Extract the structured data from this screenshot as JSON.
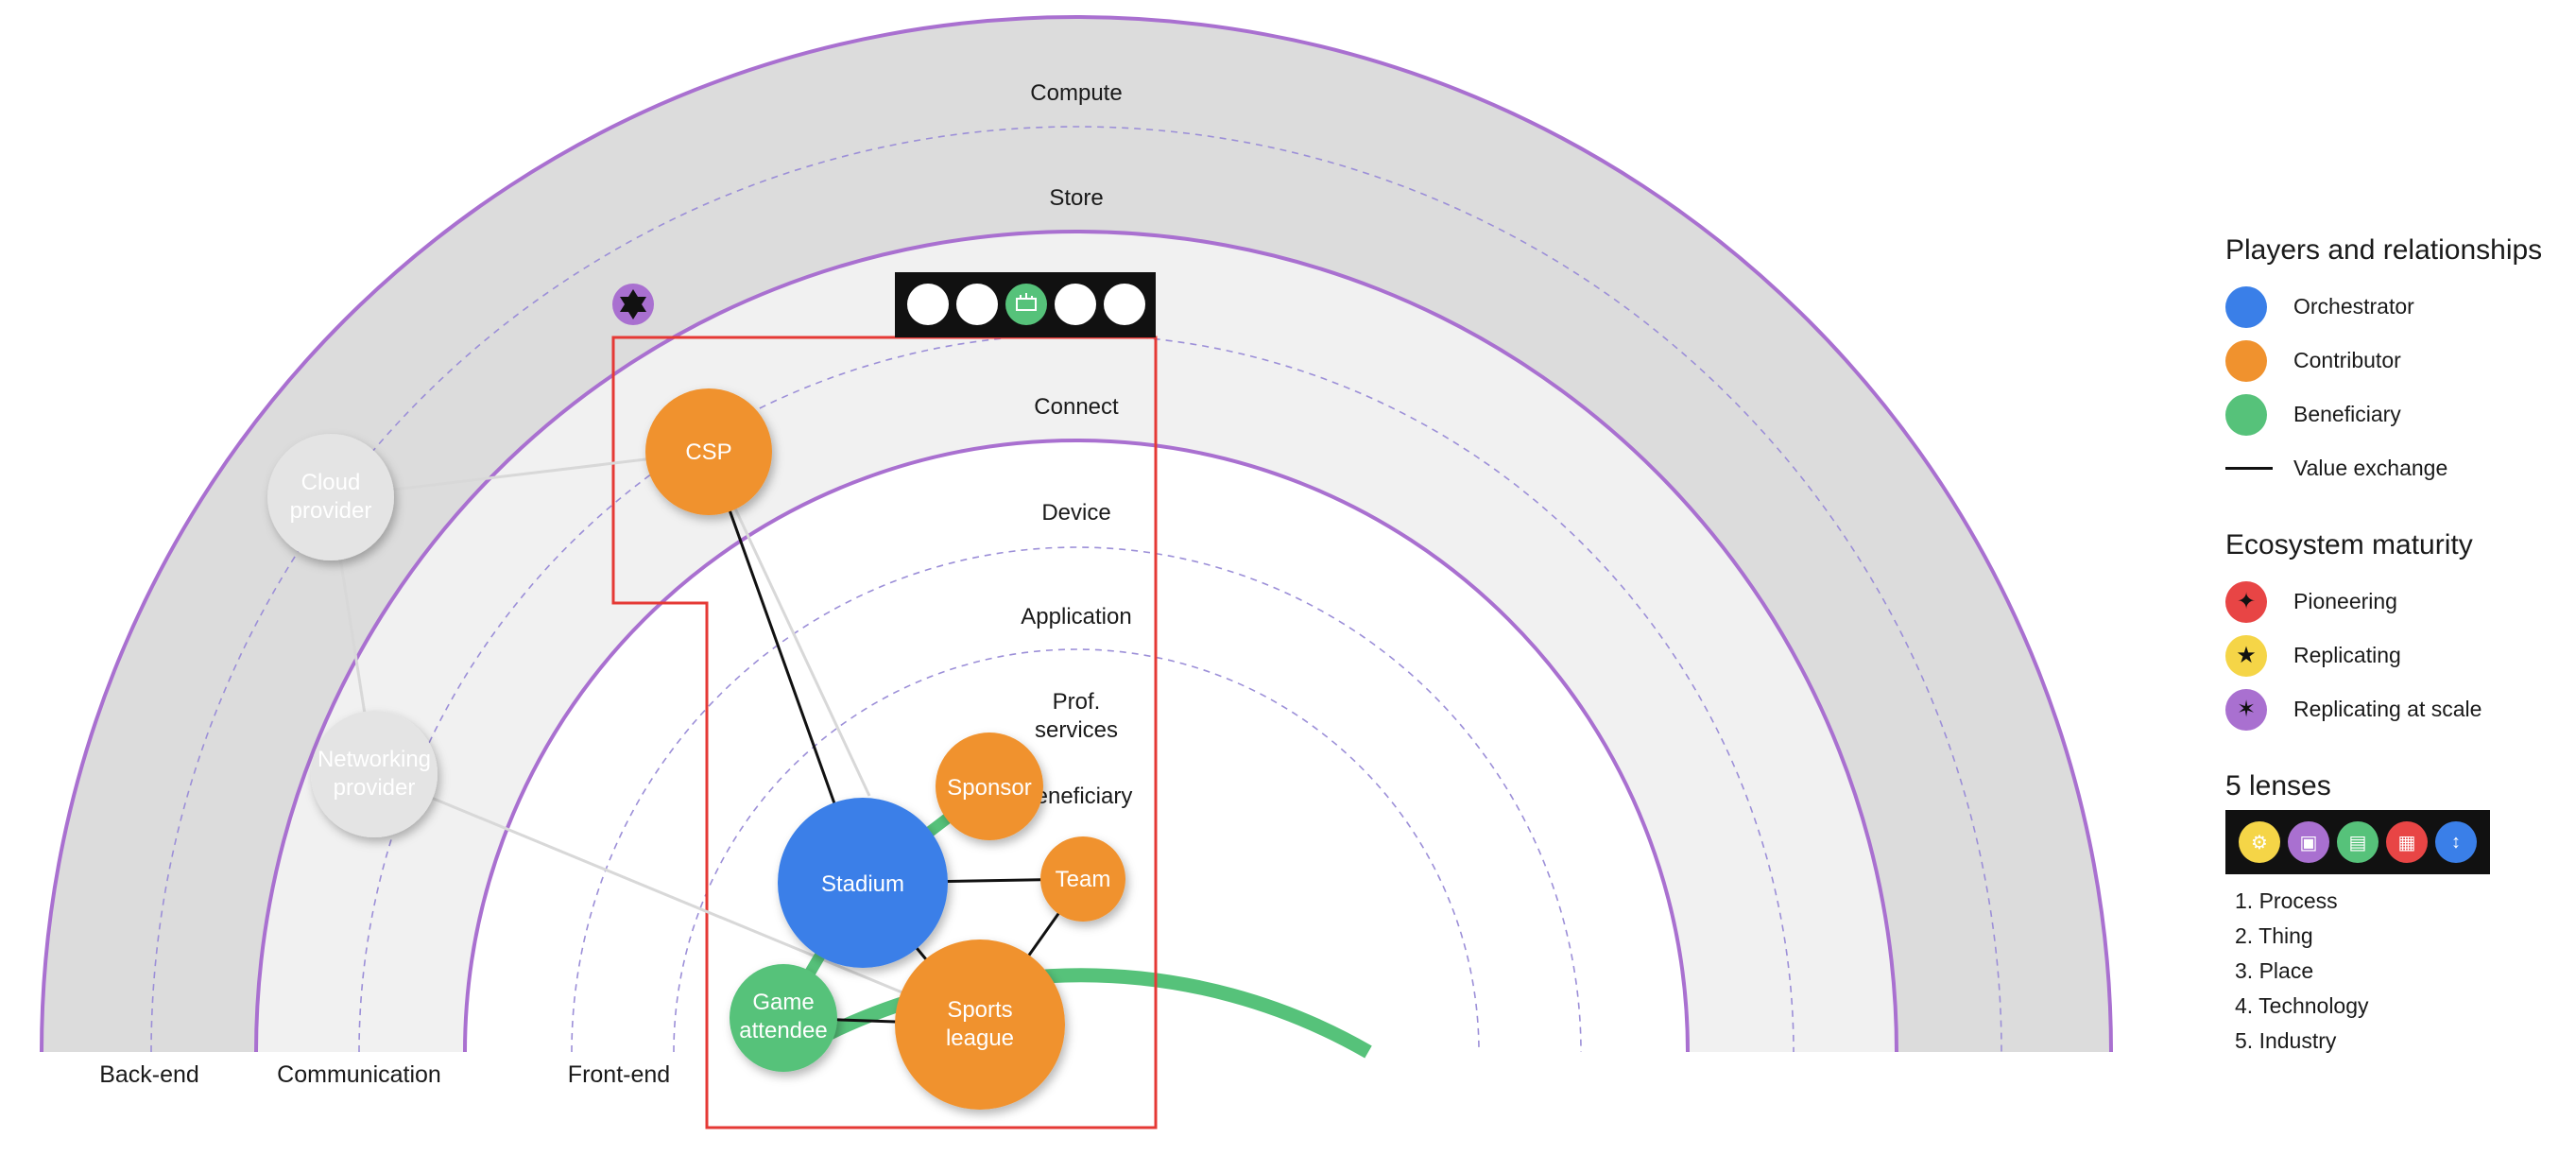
{
  "rings": {
    "outer": [
      "Compute",
      "Store"
    ],
    "middle": [
      "Connect",
      "Device"
    ],
    "inner": [
      "Application",
      "Prof. services",
      "Beneficiary"
    ]
  },
  "axis_labels": [
    "Back-end",
    "Communication",
    "Front-end"
  ],
  "nodes": {
    "cloud_provider": "Cloud provider",
    "networking_provider": "Networking provider",
    "csp": "CSP",
    "stadium": "Stadium",
    "sponsor": "Sponsor",
    "team": "Team",
    "sports_league": "Sports league",
    "game_attendee": "Game attendee"
  },
  "legend": {
    "players_title": "Players and relationships",
    "players": [
      {
        "label": "Orchestrator",
        "color": "#3a7fe8"
      },
      {
        "label": "Contributor",
        "color": "#f0922e"
      },
      {
        "label": "Beneficiary",
        "color": "#56c27a"
      },
      {
        "label": "Value exchange",
        "color": "#111111"
      }
    ],
    "maturity_title": "Ecosystem maturity",
    "maturity": [
      {
        "label": "Pioneering",
        "color": "#e84545",
        "icon": "four-point-star-icon"
      },
      {
        "label": "Replicating",
        "color": "#f5d547",
        "icon": "star-icon"
      },
      {
        "label": "Replicating at scale",
        "color": "#a970d0",
        "icon": "six-point-star-icon"
      }
    ],
    "lenses_title": "5 lenses",
    "lenses": [
      {
        "label": "1. Process",
        "color": "#f5d547",
        "icon": "process-icon"
      },
      {
        "label": "2. Thing",
        "color": "#a970d0",
        "icon": "thing-icon"
      },
      {
        "label": "3. Place",
        "color": "#56c27a",
        "icon": "place-icon"
      },
      {
        "label": "4. Technology",
        "color": "#e84545",
        "icon": "chip-icon"
      },
      {
        "label": "5. Industry",
        "color": "#3a7fe8",
        "icon": "industry-icon"
      }
    ]
  },
  "colors": {
    "orchestrator": "#3a7fe8",
    "contributor": "#f0922e",
    "beneficiary": "#56c27a",
    "ring_purple": "#a970d0",
    "band_gray": "#dcdcdc",
    "band_light": "#f1f1f1",
    "highlight_red": "#e53935"
  }
}
